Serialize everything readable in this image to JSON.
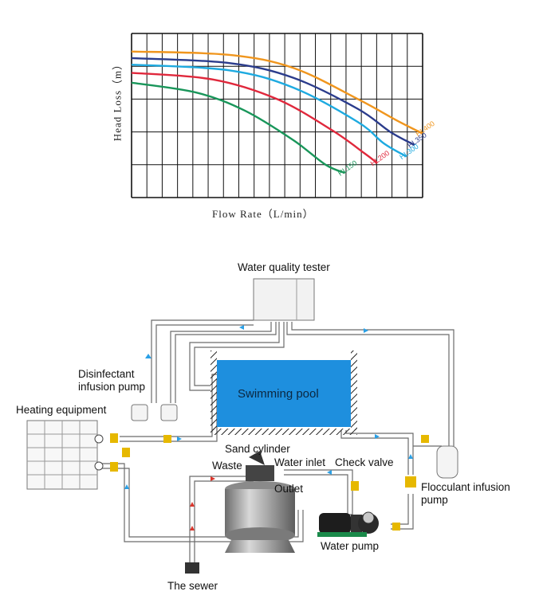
{
  "chart_data": {
    "type": "line",
    "title": "",
    "xlabel": "Flow Rate（L/min）",
    "ylabel": "Head Loss（m）",
    "grid": true,
    "x_range": [
      0,
      9
    ],
    "y_range": [
      0,
      5
    ],
    "series": [
      {
        "name": "HL400",
        "color": "#f0961e",
        "x": [
          0,
          3,
          5,
          7,
          8.2,
          9.0
        ],
        "y": [
          4.45,
          4.35,
          3.95,
          3.0,
          2.35,
          1.95
        ]
      },
      {
        "name": "HL350",
        "color": "#2b3c8c",
        "x": [
          0,
          3,
          5,
          7,
          8.0,
          8.75
        ],
        "y": [
          4.25,
          4.1,
          3.65,
          2.7,
          2.0,
          1.6
        ]
      },
      {
        "name": "HL300",
        "color": "#1eaae0",
        "x": [
          0,
          3,
          5,
          7,
          7.8,
          8.5
        ],
        "y": [
          4.05,
          3.88,
          3.35,
          2.3,
          1.65,
          1.25
        ]
      },
      {
        "name": "HL200",
        "color": "#e0283c",
        "x": [
          0,
          2.5,
          4.5,
          6.2,
          7.2,
          7.6
        ],
        "y": [
          3.8,
          3.6,
          3.0,
          2.05,
          1.35,
          1.05
        ]
      },
      {
        "name": "HL150",
        "color": "#19965a",
        "x": [
          0,
          2,
          3.5,
          5,
          6.0,
          6.6
        ],
        "y": [
          3.5,
          3.2,
          2.65,
          1.75,
          1.0,
          0.75
        ]
      }
    ]
  },
  "diagram": {
    "labels": {
      "water_quality_tester": "Water quality tester",
      "disinfectant_pump_line1": "Disinfectant",
      "disinfectant_pump_line2": "infusion pump",
      "heating_equipment": "Heating equipment",
      "swimming_pool": "Swimming pool",
      "sand_cylinder": "Sand cylinder",
      "waste": "Waste",
      "water_inlet": "Water inlet",
      "check_valve": "Check valve",
      "outlet": "Outlet",
      "flocculant_pump_line1": "Flocculant infusion",
      "flocculant_pump_line2": "pump",
      "water_pump": "Water pump",
      "the_sewer": "The sewer"
    },
    "colors": {
      "pool_water": "#1e8fde",
      "pipe": "#666666",
      "flow_arrow": "#2aa0e6",
      "valve": "#e6b800",
      "drain_arrow": "#d9352b"
    }
  }
}
